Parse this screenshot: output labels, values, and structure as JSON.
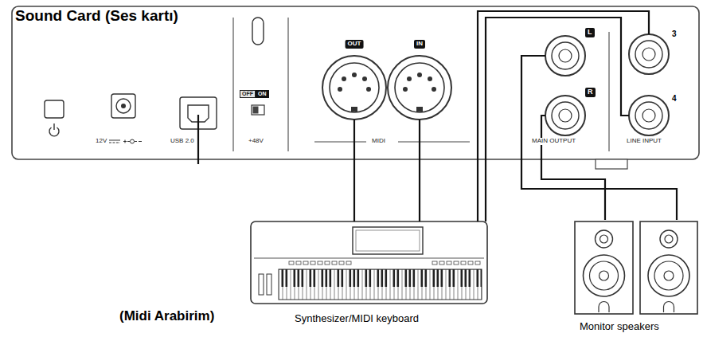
{
  "diagram": {
    "nodes": [
      {
        "text": [
          "Sound Card (Ses kartı)"
        ]
      },
      {
        "text": [
          "OUT"
        ],
        "in": 0
      },
      {
        "text": [
          "IN"
        ],
        "in": 0
      },
      {
        "text": [
          "L"
        ],
        "in": 0
      },
      {
        "text": [
          "R"
        ],
        "in": 0
      },
      {
        "text": [
          "3"
        ],
        "in": 0
      },
      {
        "text": [
          "4"
        ],
        "in": 0
      },
      {
        "text": [
          "(Midi Arabirim)",
          "Synthesizer/MIDI keyboard"
        ]
      },
      {
        "text": [
          "Monitor speakers"
        ]
      }
    ],
    "edges": [
      {
        "from": 1,
        "to": 7,
        "arrow": "none"
      },
      {
        "from": 2,
        "to": 7,
        "arrow": "none"
      },
      {
        "from": 7,
        "to": 5,
        "arrow": "none"
      },
      {
        "from": 7,
        "to": 6,
        "arrow": "none"
      },
      {
        "from": 3,
        "to": 8,
        "arrow": "none"
      },
      {
        "from": 4,
        "to": 8,
        "arrow": "none"
      }
    ],
    "labels": [
      "12V",
      "USB 2.0",
      "OFF",
      "ON",
      "+48V",
      "MIDI",
      "MAIN OUTPUT",
      "LINE INPUT"
    ]
  }
}
